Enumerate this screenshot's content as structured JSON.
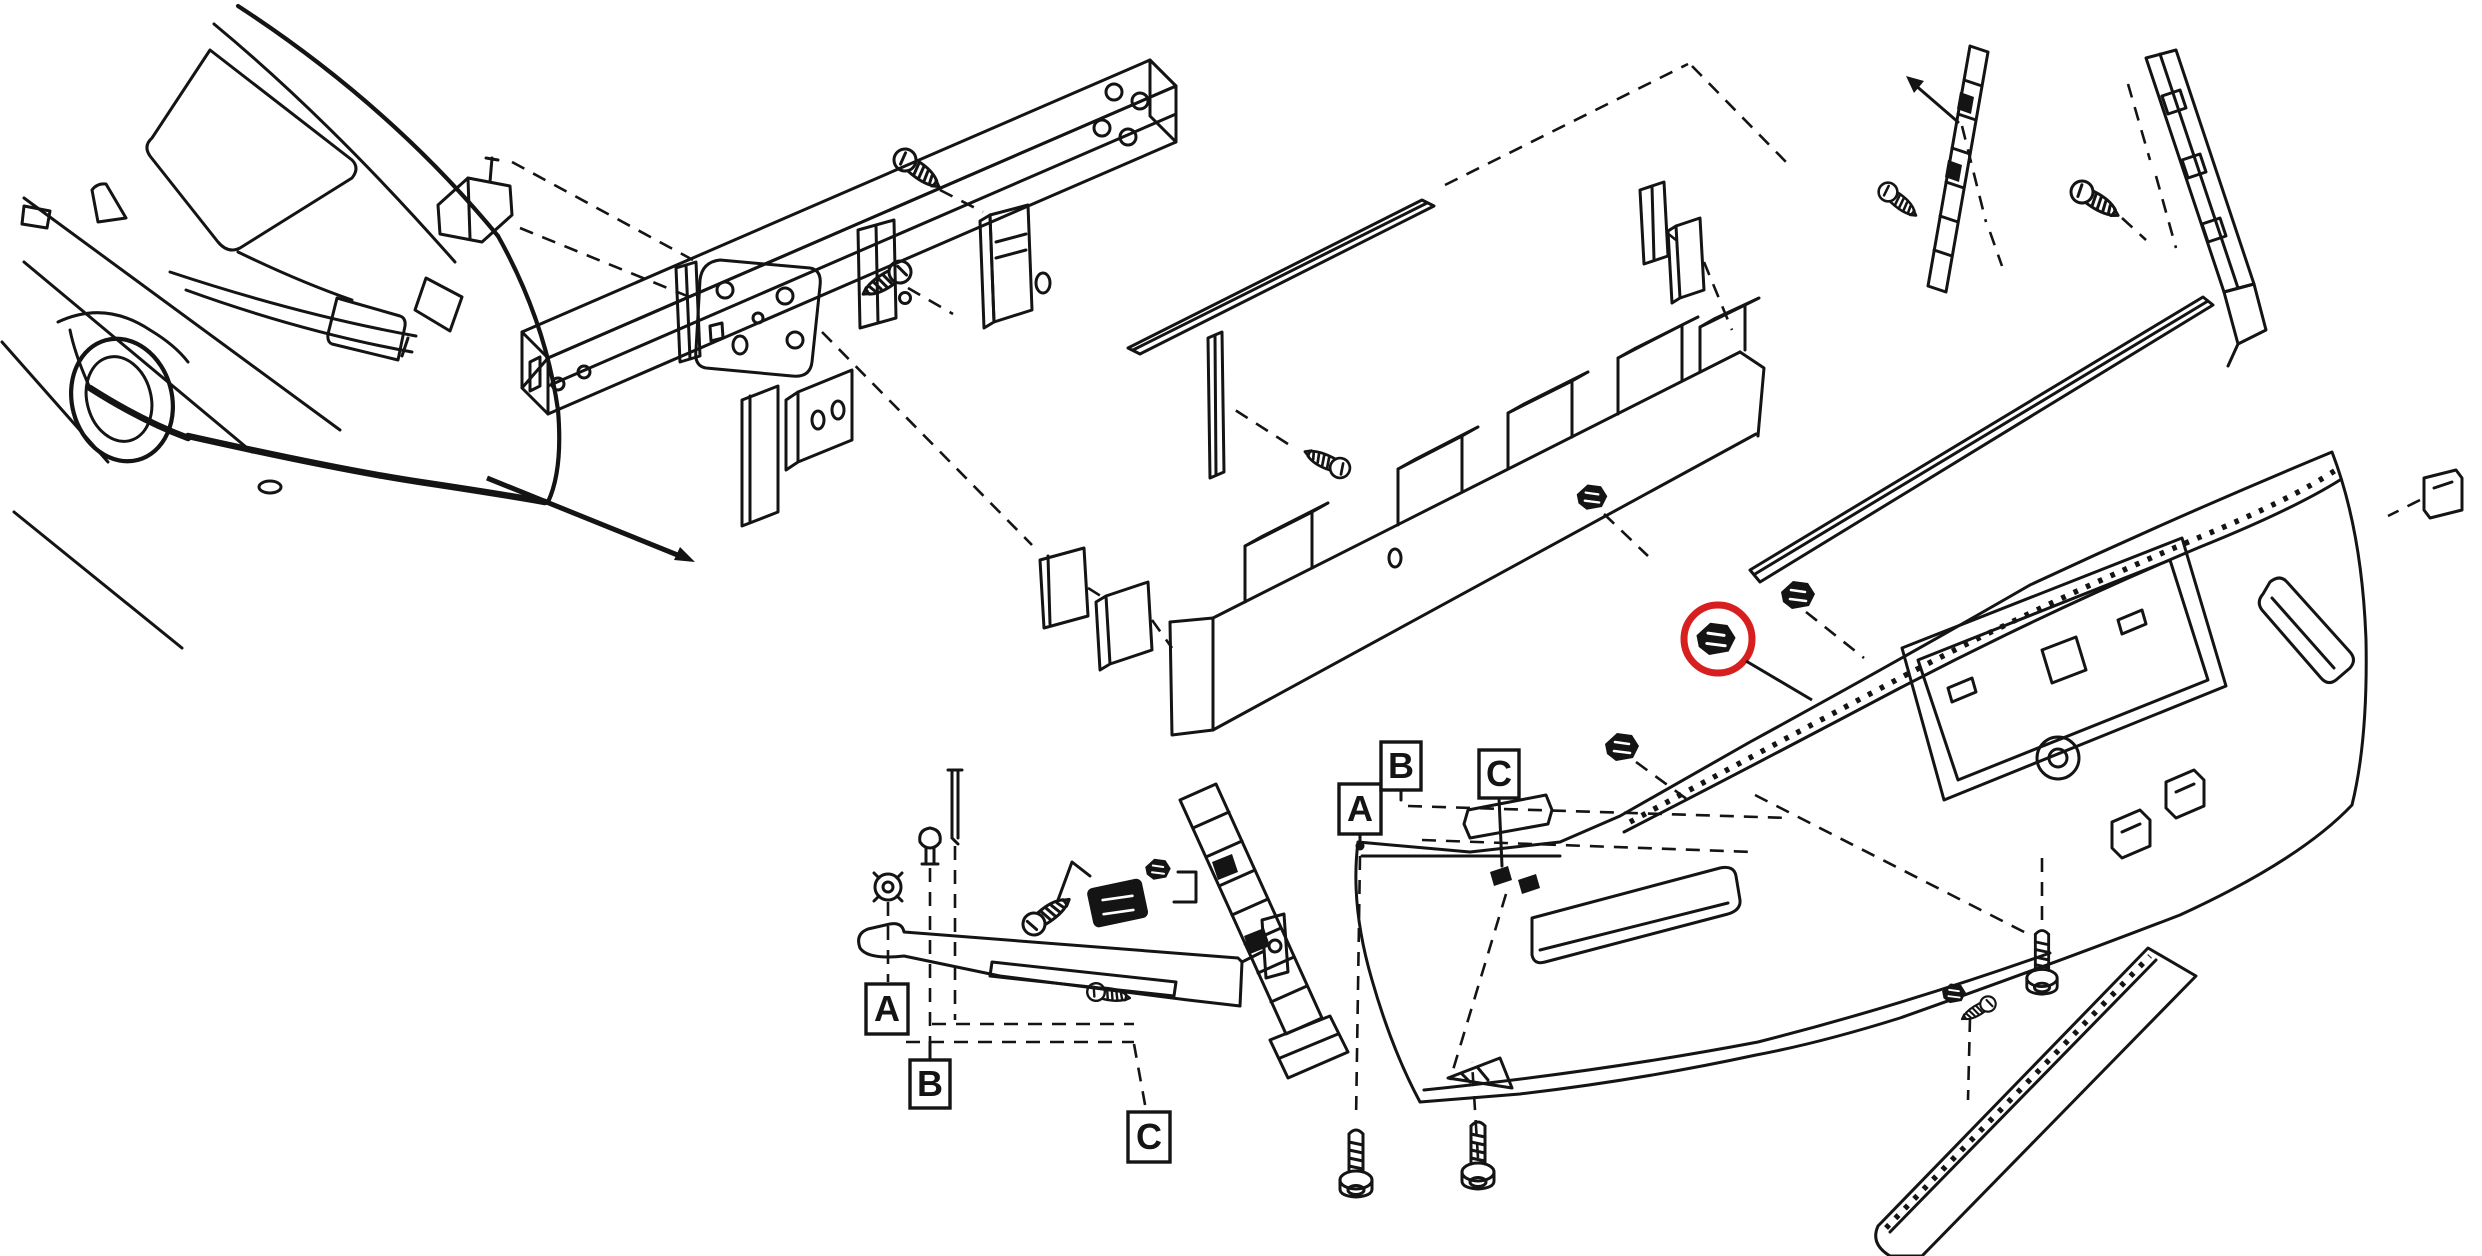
{
  "diagram": {
    "subject": "rear-bumper-exploded-parts-diagram",
    "background": "#ffffff",
    "line_color": "#141414",
    "highlight_color": "#d81f1f",
    "highlighted_part": "retainer-clip",
    "callouts": {
      "left": [
        "A",
        "B",
        "C"
      ],
      "right": [
        "A",
        "B",
        "C"
      ]
    },
    "parts": [
      "car-rear-view",
      "pointer-arrow",
      "bumper-reinforcement-beam",
      "license-plate-bracket",
      "mounting-plate",
      "spacer-plate-left",
      "spacer-plate-center",
      "spacer-plate-right",
      "energy-absorber",
      "upper-molding-strip",
      "side-molding-strip",
      "bumper-fascia",
      "license-plate-pocket",
      "reflector-left",
      "reflector-right",
      "tow-hook-cover",
      "side-stay-left",
      "side-stay-right",
      "side-stay-outer",
      "lower-stay-bracket",
      "retainer-clip",
      "grommet-nut",
      "push-pin-clip",
      "locating-pin",
      "flange-bolt",
      "tapping-screw",
      "lower-protector-strip",
      "corner-clip"
    ]
  }
}
